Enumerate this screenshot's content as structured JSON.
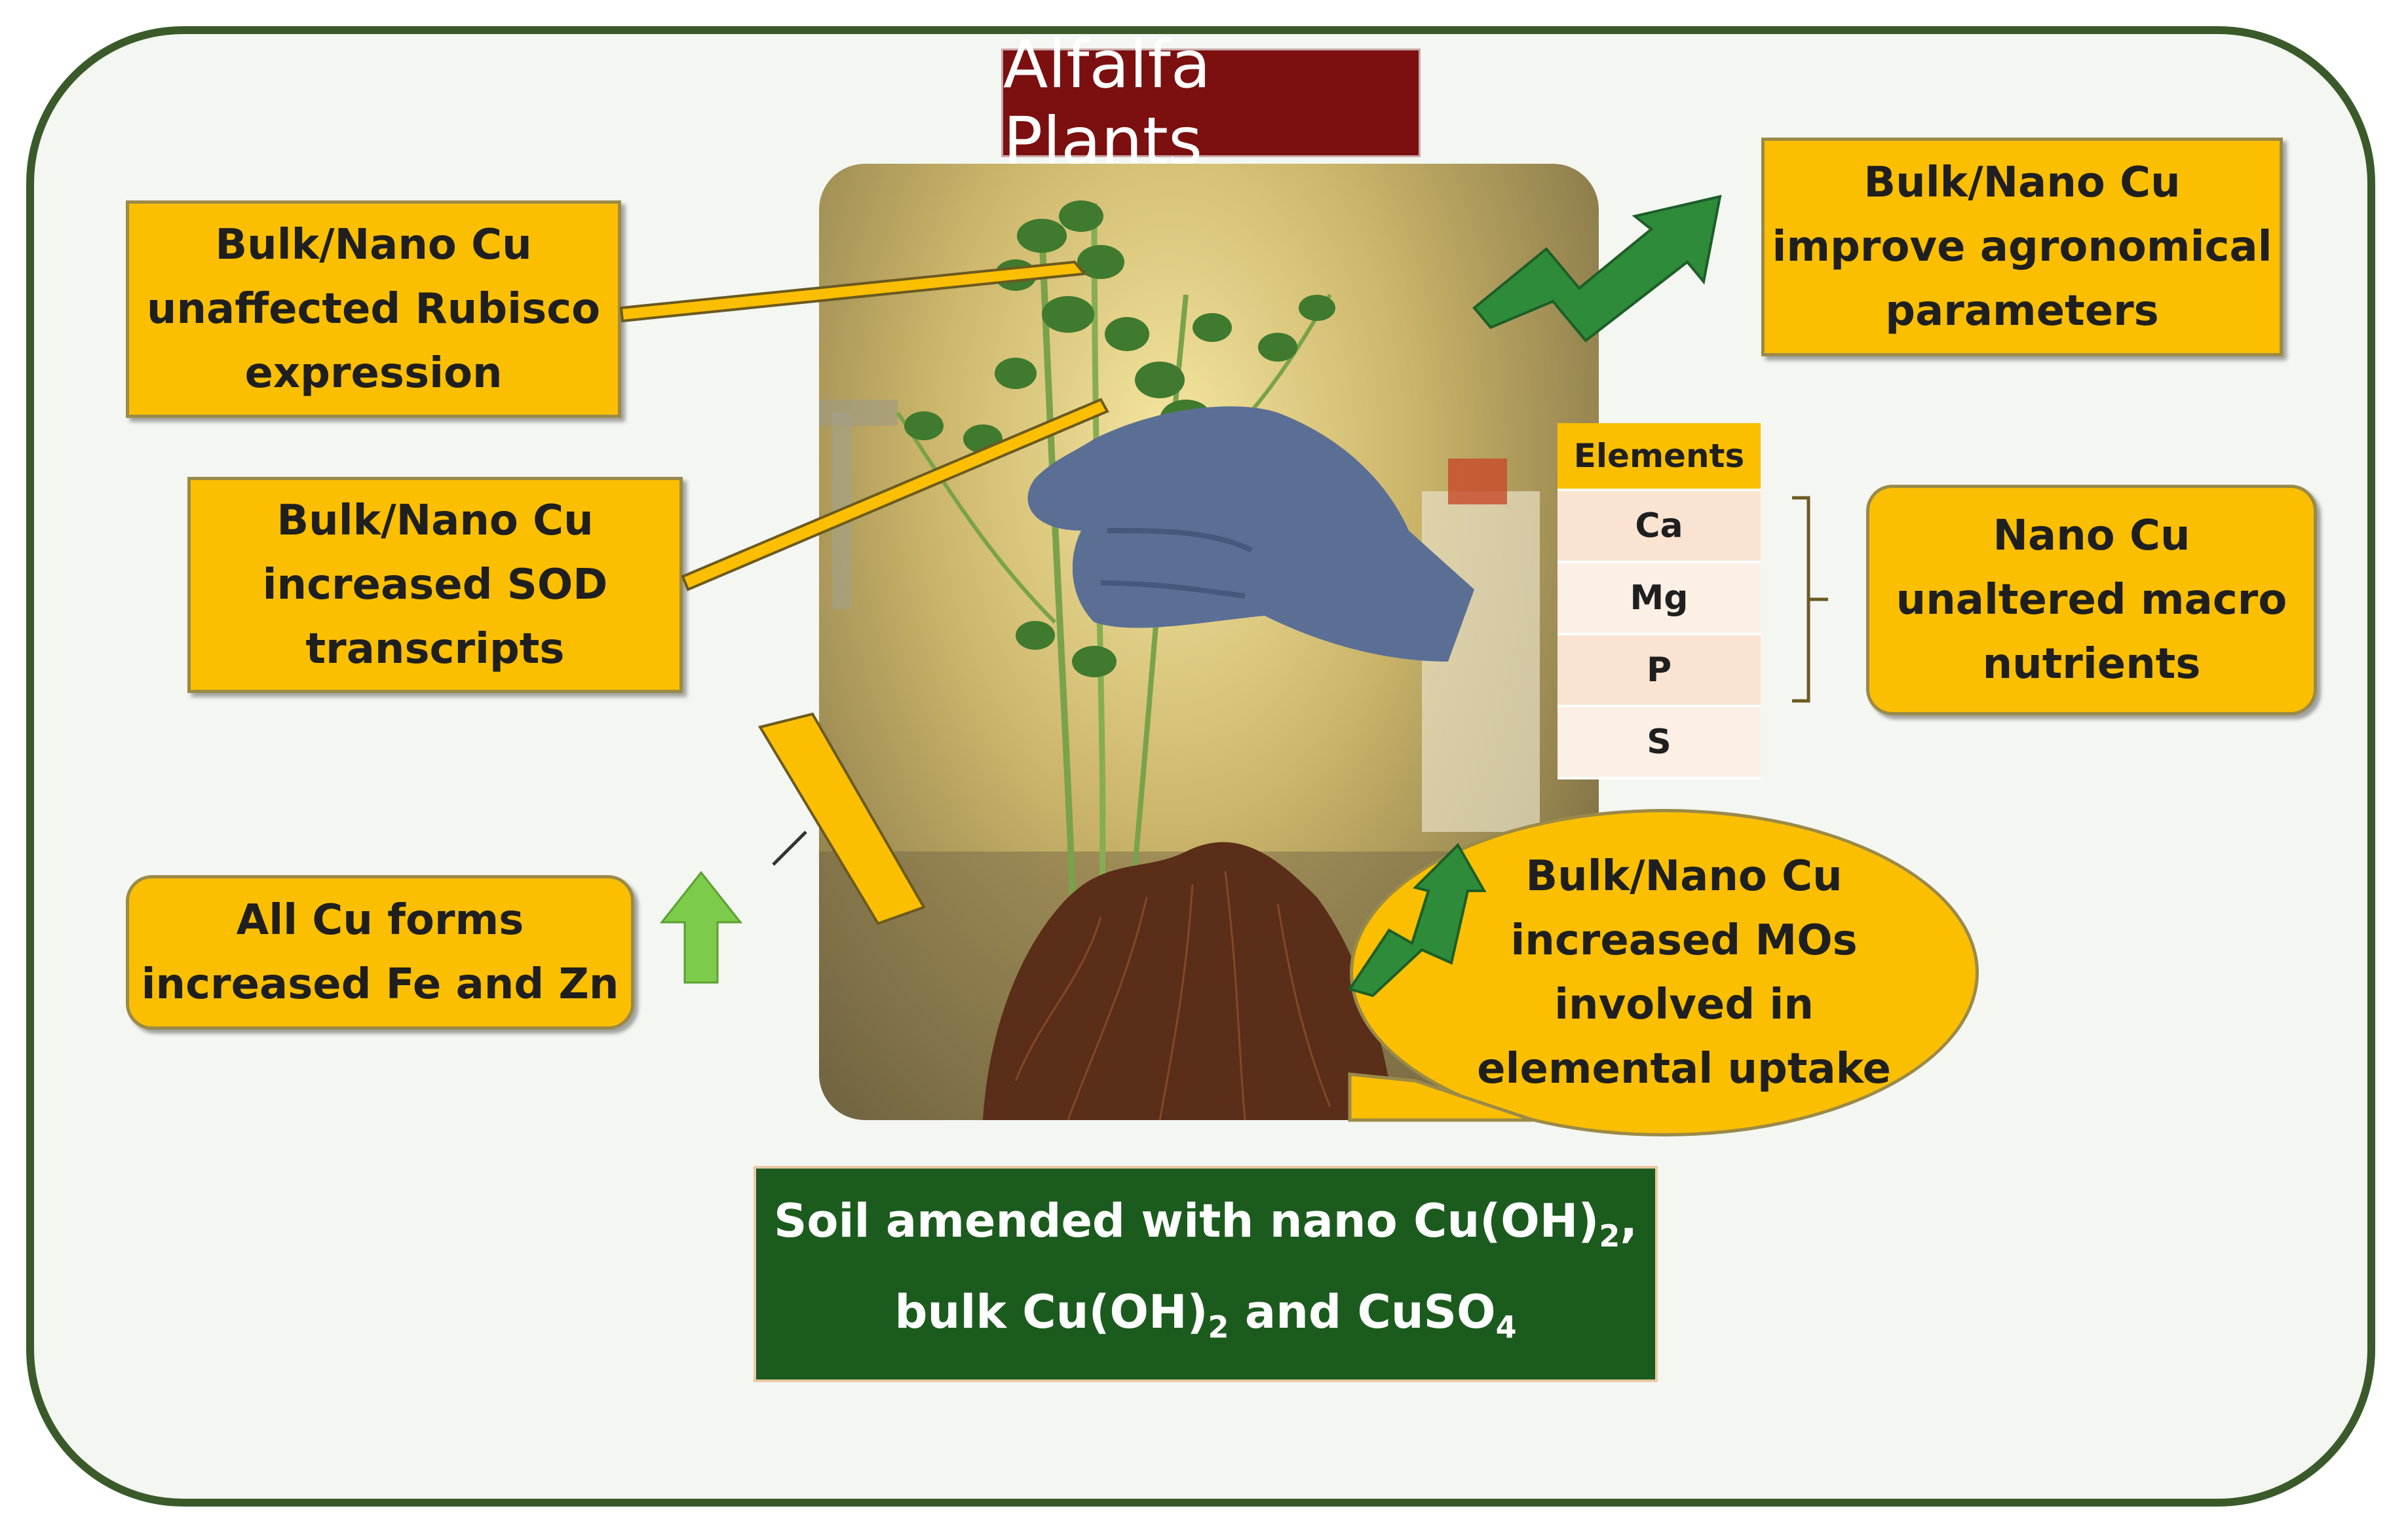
{
  "title": "Alfalfa Plants",
  "callouts": {
    "rubisco": [
      "Bulk/Nano Cu",
      "unaffected Rubisco",
      "expression"
    ],
    "sod": [
      "Bulk/Nano Cu",
      "increased SOD",
      "transcripts"
    ],
    "fe_zn": [
      "All Cu forms",
      "increased Fe and Zn"
    ],
    "agronomical": [
      "Bulk/Nano Cu",
      "improve agronomical",
      "parameters"
    ],
    "macro": [
      "Nano Cu",
      "unaltered macro",
      "nutrients"
    ],
    "mos": [
      "Bulk/Nano Cu",
      "increased MOs",
      "involved in",
      "elemental uptake"
    ]
  },
  "elements_table": {
    "header": "Elements",
    "rows": [
      "Ca",
      "Mg",
      "P",
      "S"
    ]
  },
  "soil": {
    "line1_a": "Soil amended with nano Cu(OH)",
    "line1_sub": "2",
    "line1_b": ",",
    "line2_a": "bulk Cu(OH)",
    "line2_sub": "2",
    "line2_b": " and CuSO",
    "line2_sub2": "4"
  },
  "colors": {
    "frame": "#3a5a2a",
    "title_bg": "#7c0f0f",
    "callout_bg": "#fbbf00",
    "soil_bg": "#1c5b1e",
    "arrow_green": "#2e8b3a",
    "up_arrow_light": "#7ccb4a"
  }
}
